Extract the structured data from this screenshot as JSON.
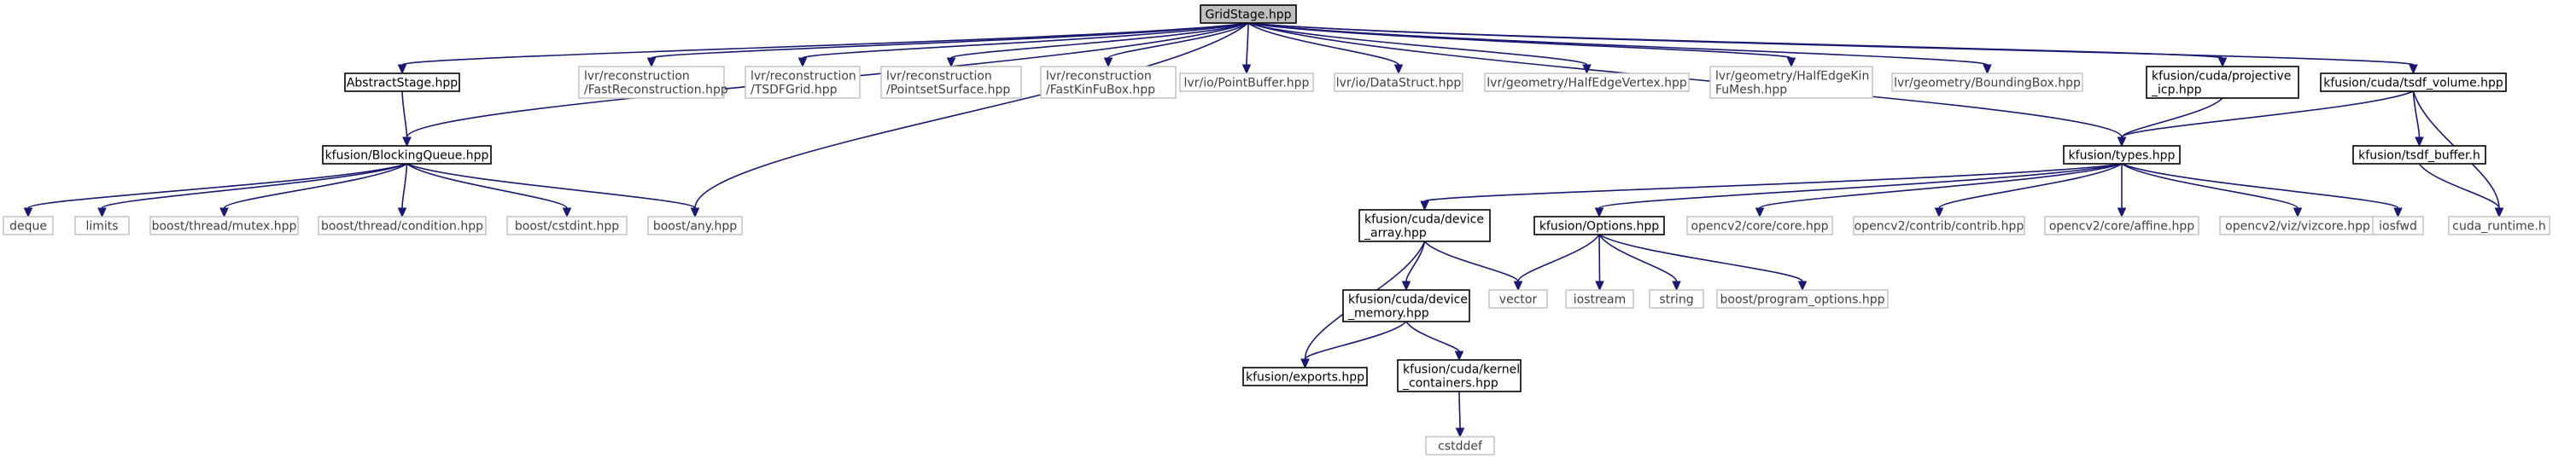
{
  "diagram": {
    "nodes": [
      {
        "id": "gridstage",
        "kind": "root",
        "lines": [
          "GridStage.hpp"
        ]
      },
      {
        "id": "abstractstage",
        "kind": "local",
        "lines": [
          "AbstractStage.hpp"
        ]
      },
      {
        "id": "fastrecon",
        "kind": "external",
        "lines": [
          "lvr/reconstruction",
          "/FastReconstruction.hpp"
        ]
      },
      {
        "id": "tsdfgrid",
        "kind": "external",
        "lines": [
          "lvr/reconstruction",
          "/TSDFGrid.hpp"
        ]
      },
      {
        "id": "pointsetsurface",
        "kind": "external",
        "lines": [
          "lvr/reconstruction",
          "/PointsetSurface.hpp"
        ]
      },
      {
        "id": "fastkinfubox",
        "kind": "external",
        "lines": [
          "lvr/reconstruction",
          "/FastKinFuBox.hpp"
        ]
      },
      {
        "id": "pointbuffer",
        "kind": "external",
        "lines": [
          "lvr/io/PointBuffer.hpp"
        ]
      },
      {
        "id": "datastruct",
        "kind": "external",
        "lines": [
          "lvr/io/DataStruct.hpp"
        ]
      },
      {
        "id": "halfedgevertex",
        "kind": "external",
        "lines": [
          "lvr/geometry/HalfEdgeVertex.hpp"
        ]
      },
      {
        "id": "halfedgekinfumesh",
        "kind": "external",
        "lines": [
          "lvr/geometry/HalfEdgeKin",
          "FuMesh.hpp"
        ]
      },
      {
        "id": "boundingbox",
        "kind": "external",
        "lines": [
          "lvr/geometry/BoundingBox.hpp"
        ]
      },
      {
        "id": "projectiveicp",
        "kind": "local",
        "lines": [
          "kfusion/cuda/projective",
          "_icp.hpp"
        ]
      },
      {
        "id": "tsdfvolume",
        "kind": "local",
        "lines": [
          "kfusion/cuda/tsdf_volume.hpp"
        ]
      },
      {
        "id": "blockingqueue",
        "kind": "local",
        "lines": [
          "kfusion/BlockingQueue.hpp"
        ]
      },
      {
        "id": "types",
        "kind": "local",
        "lines": [
          "kfusion/types.hpp"
        ]
      },
      {
        "id": "tsdfbuffer",
        "kind": "local",
        "lines": [
          "kfusion/tsdf_buffer.h"
        ]
      },
      {
        "id": "deque",
        "kind": "external",
        "lines": [
          "deque"
        ]
      },
      {
        "id": "limits",
        "kind": "external",
        "lines": [
          "limits"
        ]
      },
      {
        "id": "mutex",
        "kind": "external",
        "lines": [
          "boost/thread/mutex.hpp"
        ]
      },
      {
        "id": "condition",
        "kind": "external",
        "lines": [
          "boost/thread/condition.hpp"
        ]
      },
      {
        "id": "cstdint",
        "kind": "external",
        "lines": [
          "boost/cstdint.hpp"
        ]
      },
      {
        "id": "any",
        "kind": "external",
        "lines": [
          "boost/any.hpp"
        ]
      },
      {
        "id": "devicearray",
        "kind": "local",
        "lines": [
          "kfusion/cuda/device",
          "_array.hpp"
        ]
      },
      {
        "id": "options",
        "kind": "local",
        "lines": [
          "kfusion/Options.hpp"
        ]
      },
      {
        "id": "cvcore",
        "kind": "external",
        "lines": [
          "opencv2/core/core.hpp"
        ]
      },
      {
        "id": "cvcontrib",
        "kind": "external",
        "lines": [
          "opencv2/contrib/contrib.hpp"
        ]
      },
      {
        "id": "cvaffine",
        "kind": "external",
        "lines": [
          "opencv2/core/affine.hpp"
        ]
      },
      {
        "id": "vizcore",
        "kind": "external",
        "lines": [
          "opencv2/viz/vizcore.hpp"
        ]
      },
      {
        "id": "iosfwd",
        "kind": "external",
        "lines": [
          "iosfwd"
        ]
      },
      {
        "id": "cudaruntime",
        "kind": "external",
        "lines": [
          "cuda_runtime.h"
        ]
      },
      {
        "id": "devicememory",
        "kind": "local",
        "lines": [
          "kfusion/cuda/device",
          "_memory.hpp"
        ]
      },
      {
        "id": "vector",
        "kind": "external",
        "lines": [
          "vector"
        ]
      },
      {
        "id": "iostream",
        "kind": "external",
        "lines": [
          "iostream"
        ]
      },
      {
        "id": "string",
        "kind": "external",
        "lines": [
          "string"
        ]
      },
      {
        "id": "programoptions",
        "kind": "external",
        "lines": [
          "boost/program_options.hpp"
        ]
      },
      {
        "id": "exports",
        "kind": "local",
        "lines": [
          "kfusion/exports.hpp"
        ]
      },
      {
        "id": "kernelcontainers",
        "kind": "local",
        "lines": [
          "kfusion/cuda/kernel",
          "_containers.hpp"
        ]
      },
      {
        "id": "cstddef",
        "kind": "external",
        "lines": [
          "cstddef"
        ]
      }
    ],
    "edges": [
      [
        "gridstage",
        "abstractstage"
      ],
      [
        "gridstage",
        "fastrecon"
      ],
      [
        "gridstage",
        "tsdfgrid"
      ],
      [
        "gridstage",
        "pointsetsurface"
      ],
      [
        "gridstage",
        "fastkinfubox"
      ],
      [
        "gridstage",
        "pointbuffer"
      ],
      [
        "gridstage",
        "datastruct"
      ],
      [
        "gridstage",
        "halfedgevertex"
      ],
      [
        "gridstage",
        "halfedgekinfumesh"
      ],
      [
        "gridstage",
        "boundingbox"
      ],
      [
        "gridstage",
        "projectiveicp"
      ],
      [
        "gridstage",
        "tsdfvolume"
      ],
      [
        "gridstage",
        "blockingqueue"
      ],
      [
        "gridstage",
        "any"
      ],
      [
        "gridstage",
        "types"
      ],
      [
        "abstractstage",
        "blockingqueue"
      ],
      [
        "blockingqueue",
        "deque"
      ],
      [
        "blockingqueue",
        "limits"
      ],
      [
        "blockingqueue",
        "mutex"
      ],
      [
        "blockingqueue",
        "condition"
      ],
      [
        "blockingqueue",
        "cstdint"
      ],
      [
        "blockingqueue",
        "any"
      ],
      [
        "projectiveicp",
        "types"
      ],
      [
        "tsdfvolume",
        "types"
      ],
      [
        "tsdfvolume",
        "tsdfbuffer"
      ],
      [
        "tsdfvolume",
        "cudaruntime"
      ],
      [
        "tsdfbuffer",
        "cudaruntime"
      ],
      [
        "types",
        "devicearray"
      ],
      [
        "types",
        "options"
      ],
      [
        "types",
        "cvcore"
      ],
      [
        "types",
        "cvcontrib"
      ],
      [
        "types",
        "cvaffine"
      ],
      [
        "types",
        "vizcore"
      ],
      [
        "types",
        "iosfwd"
      ],
      [
        "devicearray",
        "devicememory"
      ],
      [
        "devicearray",
        "vector"
      ],
      [
        "devicearray",
        "exports"
      ],
      [
        "options",
        "vector"
      ],
      [
        "options",
        "iostream"
      ],
      [
        "options",
        "string"
      ],
      [
        "options",
        "programoptions"
      ],
      [
        "devicememory",
        "exports"
      ],
      [
        "devicememory",
        "kernelcontainers"
      ],
      [
        "kernelcontainers",
        "cstddef"
      ]
    ]
  }
}
